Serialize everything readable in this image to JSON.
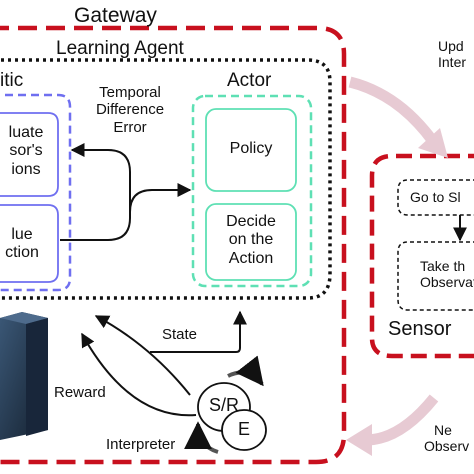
{
  "colors": {
    "gateway": "#c8101e",
    "critic": "#6f6ff0",
    "actor": "#5ee0b4",
    "pink_arrow": "#e7cad3",
    "dark": "#111111",
    "device": "#2b3f56"
  },
  "gateway": {
    "title": "Gateway"
  },
  "learning_agent": {
    "title": "Learning Agent"
  },
  "critic": {
    "title": "itic",
    "box1": [
      "luate",
      "sor's",
      "ions"
    ],
    "box2": [
      "lue",
      "ction"
    ]
  },
  "actor": {
    "title": "Actor",
    "policy": "Policy",
    "decide": [
      "Decide",
      "on the",
      "Action"
    ]
  },
  "temporal_difference_error": [
    "Temporal",
    "Difference",
    "Error"
  ],
  "state_label": "State",
  "reward_label": "Reward",
  "interpreter_label": "Interpreter",
  "sr_node": {
    "sr": "S/R",
    "e": "E"
  },
  "sensor": {
    "title": "Sensor",
    "goto": "Go to Sl",
    "take": [
      "Take th",
      "Observat"
    ]
  },
  "update_label": [
    "Upd",
    "Inter"
  ],
  "new_obs_label": [
    "Ne",
    "Observ"
  ]
}
